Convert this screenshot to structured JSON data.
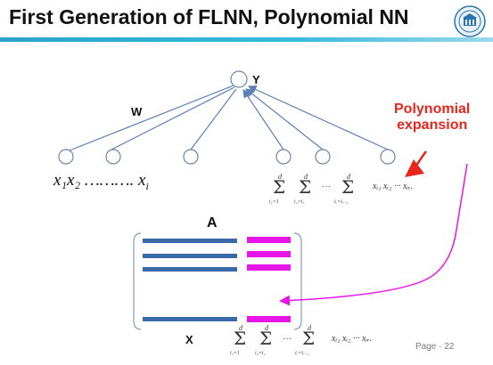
{
  "slide": {
    "title": "First Generation of FLNN, Polynomial NN",
    "page_prefix": "Page",
    "page_number": "22"
  },
  "diagram": {
    "output_label": "Y",
    "weight_label": "W",
    "matrix_label": "A",
    "input_label": "X",
    "expansion_label_line1": "Polynomial",
    "expansion_label_line2": "expansion",
    "inputs_text": "x₁x₂ ………. x",
    "inputs_subscript_i": "i",
    "accent_color": "#e8261c",
    "matrix_row_color": "#3c6aa8",
    "expansion_row_color": "#e815e8"
  },
  "icons": {
    "logo": "university-seal-icon"
  }
}
